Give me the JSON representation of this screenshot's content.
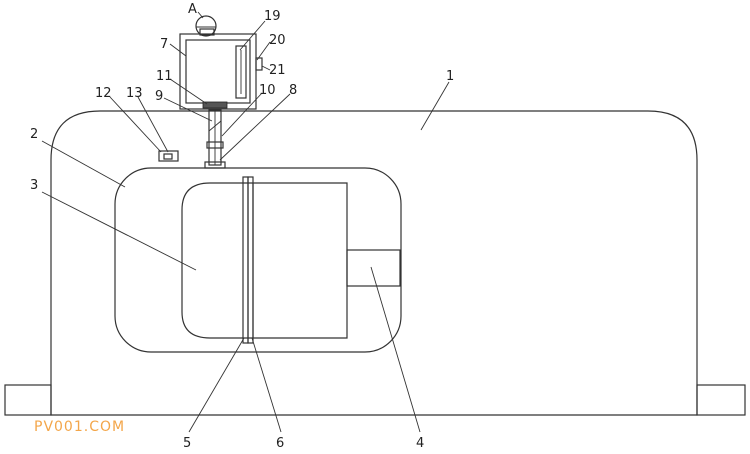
{
  "callouts": {
    "c1": "1",
    "c2": "2",
    "c3": "3",
    "c4": "4",
    "c5": "5",
    "c6": "6",
    "c7": "7",
    "c8": "8",
    "c9": "9",
    "c10": "10",
    "c11": "11",
    "c12": "12",
    "c13": "13",
    "c19": "19",
    "c20": "20",
    "c21": "21",
    "cA": "A"
  },
  "watermark": "PV001.COM"
}
